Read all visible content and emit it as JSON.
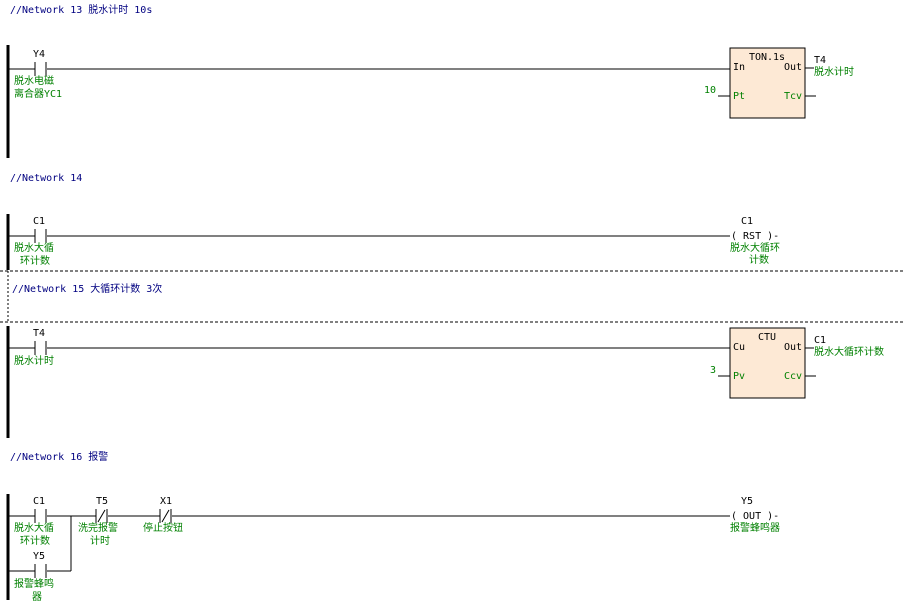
{
  "colors": {
    "comment": "#000080",
    "label": "#008000",
    "wire": "#000000",
    "block_fill": "#fde9d5",
    "background": "#ffffff"
  },
  "networks": [
    {
      "comment": "//Network 13  脱水计时  10s",
      "contact": {
        "type": "no",
        "address": "Y4",
        "label_lines": [
          "脱水电磁",
          "离合器YC1"
        ]
      },
      "block": {
        "name": "TON.1s",
        "in_pin": "In",
        "out_pin": "Out",
        "param_pin": "Pt",
        "param_value": "10",
        "value_pin": "Tcv",
        "out_address": "T4",
        "out_label": "脱水计时"
      }
    },
    {
      "comment": "//Network 14",
      "contact": {
        "type": "no",
        "address": "C1",
        "label_lines": [
          "脱水大循",
          "环计数"
        ]
      },
      "coil": {
        "address": "C1",
        "text": "( RST )-",
        "label_lines": [
          "脱水大循环",
          "计数"
        ]
      }
    },
    {
      "comment": "//Network 15  大循环计数  3次",
      "contact": {
        "type": "no",
        "address": "T4",
        "label_lines": [
          "脱水计时"
        ]
      },
      "block": {
        "name": "CTU",
        "in_pin": "Cu",
        "out_pin": "Out",
        "param_pin": "Pv",
        "param_value": "3",
        "value_pin": "Ccv",
        "out_address": "C1",
        "out_label": "脱水大循环计数"
      }
    },
    {
      "comment": "//Network 16  报警",
      "contacts": [
        {
          "type": "no",
          "address": "C1",
          "label_lines": [
            "脱水大循",
            "环计数"
          ]
        },
        {
          "type": "nc",
          "address": "T5",
          "label_lines": [
            "洗完报警",
            "计时"
          ]
        },
        {
          "type": "nc",
          "address": "X1",
          "label_lines": [
            "停止按钮"
          ]
        }
      ],
      "parallel_contact": {
        "type": "no",
        "address": "Y5",
        "label_lines": [
          "报警蜂鸣",
          "器"
        ]
      },
      "coil": {
        "address": "Y5",
        "text": "( OUT )-",
        "label_lines": [
          "报警蜂鸣器"
        ]
      }
    }
  ]
}
